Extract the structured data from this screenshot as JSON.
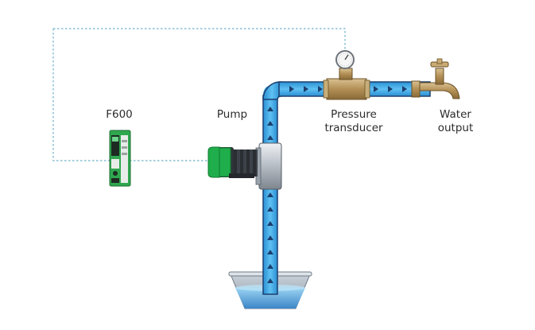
{
  "labels": {
    "f600": "F600",
    "pump": "Pump",
    "pressure_line1": "Pressure",
    "pressure_line2": "transducer",
    "water_line1": "Water",
    "water_line2": "output"
  },
  "icons": {
    "drive": "f600-drive-icon",
    "pump": "pump-icon",
    "gauge": "pressure-gauge-icon",
    "tap": "water-tap-icon",
    "bowl": "water-bowl-icon"
  },
  "colors": {
    "water": "#41a9e8",
    "pipe_outline": "#1b3f6e",
    "pump_green": "#1fae4b",
    "drive_green": "#2fa84f",
    "brass": "#b89a64",
    "signal_line": "#6fb1cc"
  }
}
